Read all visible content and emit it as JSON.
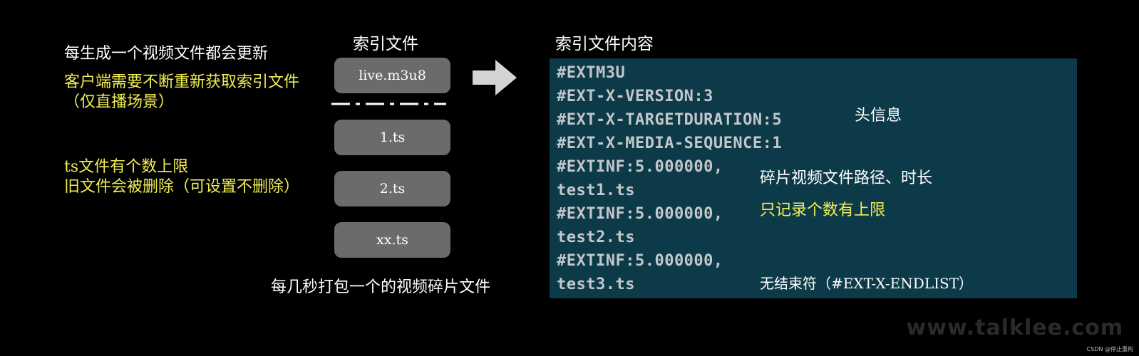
{
  "headers": {
    "index_file": "索引文件",
    "index_content": "索引文件内容"
  },
  "left_notes": {
    "line1": "每生成一个视频文件都会更新",
    "line2": "客户端需要不断重新获取索引文件",
    "line3": "（仅直播场景）",
    "line4": "ts文件有个数上限",
    "line5": "旧文件会被删除（可设置不删除）"
  },
  "files": {
    "index": "live.m3u8",
    "ts1": "1.ts",
    "ts2": "2.ts",
    "tsx": "xx.ts"
  },
  "bottom_caption": "每几秒打包一个的视频碎片文件",
  "code_lines": [
    "#EXTM3U",
    "#EXT-X-VERSION:3",
    "#EXT-X-TARGETDURATION:5",
    "#EXT-X-MEDIA-SEQUENCE:1",
    "#EXTINF:5.000000,",
    "test1.ts",
    "#EXTINF:5.000000,",
    "test2.ts",
    "#EXTINF:5.000000,",
    "test3.ts"
  ],
  "panel_notes": {
    "header_info": "头信息",
    "fragment_info": "碎片视频文件路径、时长",
    "limit_info": "只记录个数有上限",
    "no_end": "无结束符（#EXT-X-ENDLIST）"
  },
  "watermark": "www.talklee.com",
  "credit": "CSDN @停止重构",
  "colors": {
    "background": "#000000",
    "file_box": "#6b6b6b",
    "code_panel": "#0d3a48",
    "code_text": "#c3c7c9",
    "highlight_yellow": "#f2ef55"
  },
  "icons": {
    "arrow": "right-arrow-icon"
  }
}
